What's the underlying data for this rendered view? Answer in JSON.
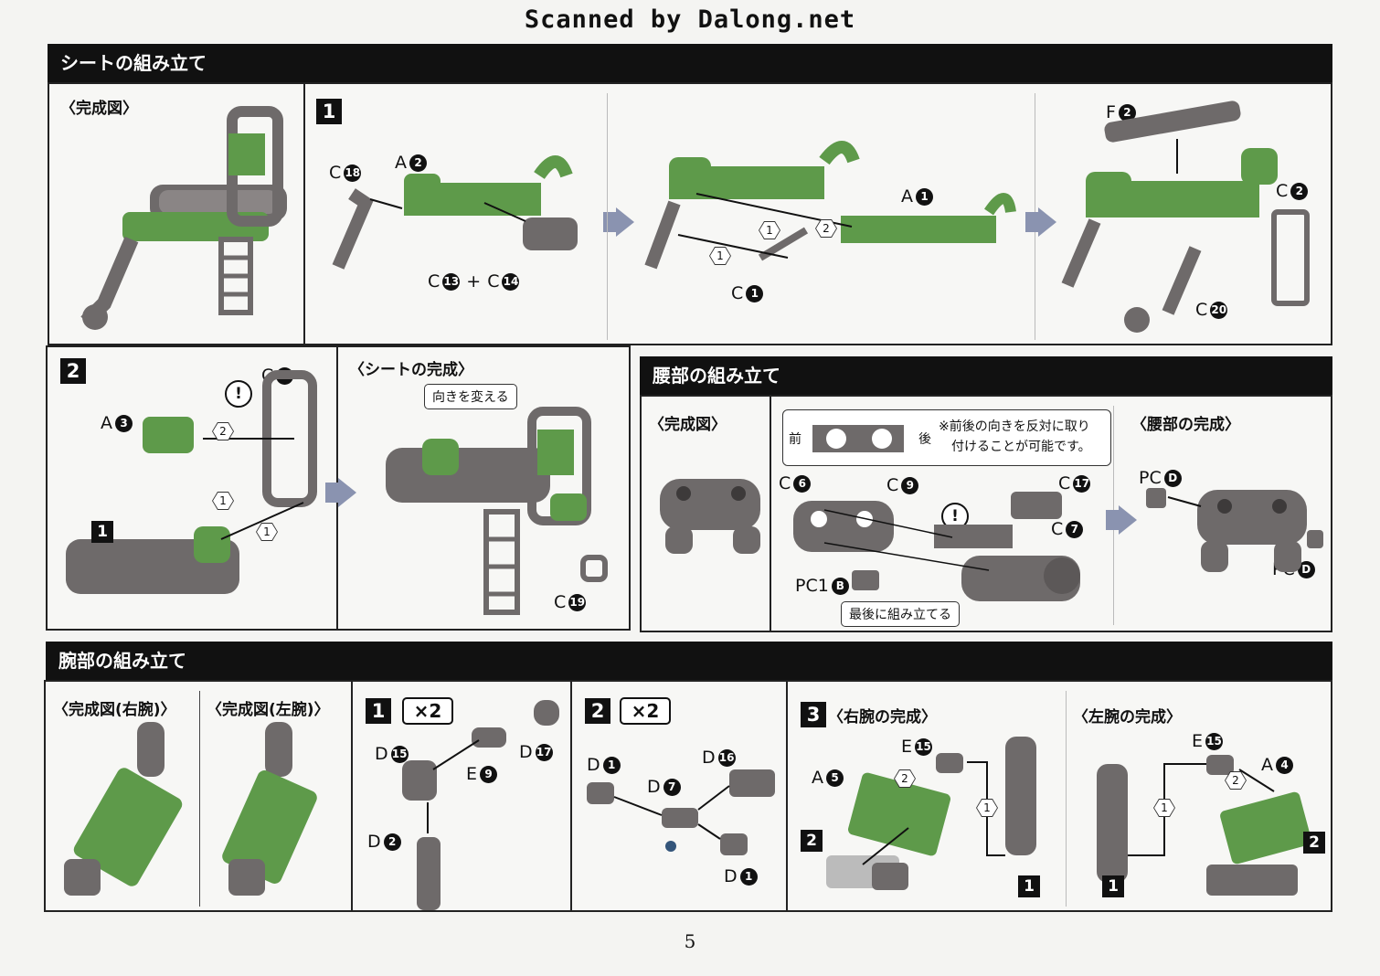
{
  "watermark": "Scanned by Dalong.net",
  "page_number": "5",
  "seat": {
    "header": "シートの組み立て",
    "completed_title": "〈完成図〉",
    "step1": {
      "num": "1",
      "parts": {
        "c18": "C",
        "c18n": "18",
        "a2": "A",
        "a2n": "2",
        "c13": "C",
        "c13n": "13",
        "plus": "+",
        "c14": "C",
        "c14n": "14",
        "c1": "C",
        "c1n": "1",
        "a1": "A",
        "a1n": "1",
        "f2": "F",
        "f2n": "2",
        "c2": "C",
        "c2n": "2",
        "c20": "C",
        "c20n": "20"
      },
      "order": {
        "o1": "1",
        "o2": "2"
      }
    },
    "step2": {
      "num": "2",
      "parts": {
        "c3": "C",
        "c3n": "3",
        "a3": "A",
        "a3n": "3",
        "c19": "C",
        "c19n": "19"
      },
      "sub_step": "1",
      "order": {
        "o1": "1",
        "o2": "2"
      }
    },
    "complete_title": "〈シートの完成〉",
    "callout": "向きを変える"
  },
  "waist": {
    "header": "腰部の組み立て",
    "completed_title": "〈完成図〉",
    "complete_title": "〈腰部の完成〉",
    "note_front": "前",
    "note_back": "後",
    "note_text_1": "※前後の向きを反対に取り",
    "note_text_2": "付けることが可能です。",
    "parts": {
      "c6": "C",
      "c6n": "6",
      "c9": "C",
      "c9n": "9",
      "c17": "C",
      "c17n": "17",
      "c7": "C",
      "c7n": "7",
      "pc1": "PC1",
      "pc1n": "B",
      "pcd1": "PC",
      "pcd1n": "D",
      "pcd2": "PC",
      "pcd2n": "D"
    },
    "callout": "最後に組み立てる"
  },
  "arm": {
    "header": "腕部の組み立て",
    "completed_right": "〈完成図(右腕)〉",
    "completed_left": "〈完成図(左腕)〉",
    "step1": {
      "num": "1",
      "times": "×2",
      "parts": {
        "d15": "D",
        "d15n": "15",
        "e9": "E",
        "e9n": "9",
        "d17": "D",
        "d17n": "17",
        "d2": "D",
        "d2n": "2"
      }
    },
    "step2": {
      "num": "2",
      "times": "×2",
      "parts": {
        "d1a": "D",
        "d1an": "1",
        "d16": "D",
        "d16n": "16",
        "d7": "D",
        "d7n": "7",
        "d1b": "D",
        "d1bn": "1"
      }
    },
    "step3": {
      "num": "3",
      "right_title": "〈右腕の完成〉",
      "left_title": "〈左腕の完成〉",
      "parts": {
        "e15r": "E",
        "e15rn": "15",
        "a5": "A",
        "a5n": "5",
        "e15l": "E",
        "e15ln": "15",
        "a4": "A",
        "a4n": "4"
      },
      "sub_step_1": "1",
      "sub_step_2": "2",
      "order": {
        "o1": "1",
        "o2": "2"
      }
    }
  },
  "colors": {
    "accent_green": "#5e9a4a",
    "part_gray": "#6e6a6a",
    "header_bg": "#111111",
    "arrow_blue": "#8a93b0"
  }
}
